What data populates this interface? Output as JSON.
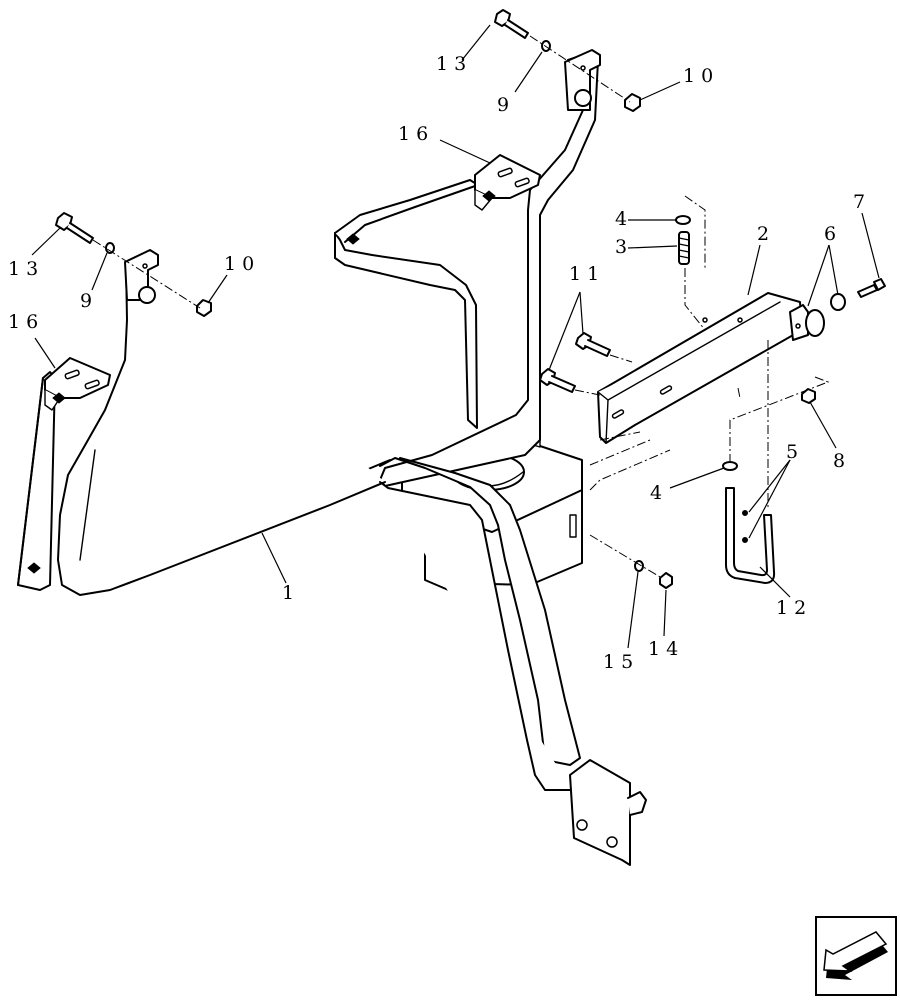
{
  "callouts": {
    "c1": "1",
    "c2": "2",
    "c3": "3",
    "c4a": "4",
    "c4b": "4",
    "c5": "5",
    "c6": "6",
    "c7": "7",
    "c8": "8",
    "c9a": "9",
    "c9b": "9",
    "c10a": "10",
    "c10b": "10",
    "c11": "11",
    "c12": "12",
    "c13a": "13",
    "c13b": "13",
    "c14": "14",
    "c15": "15",
    "c16a": "16",
    "c16b": "16"
  },
  "nav_icon": "previous-page-arrow-icon"
}
